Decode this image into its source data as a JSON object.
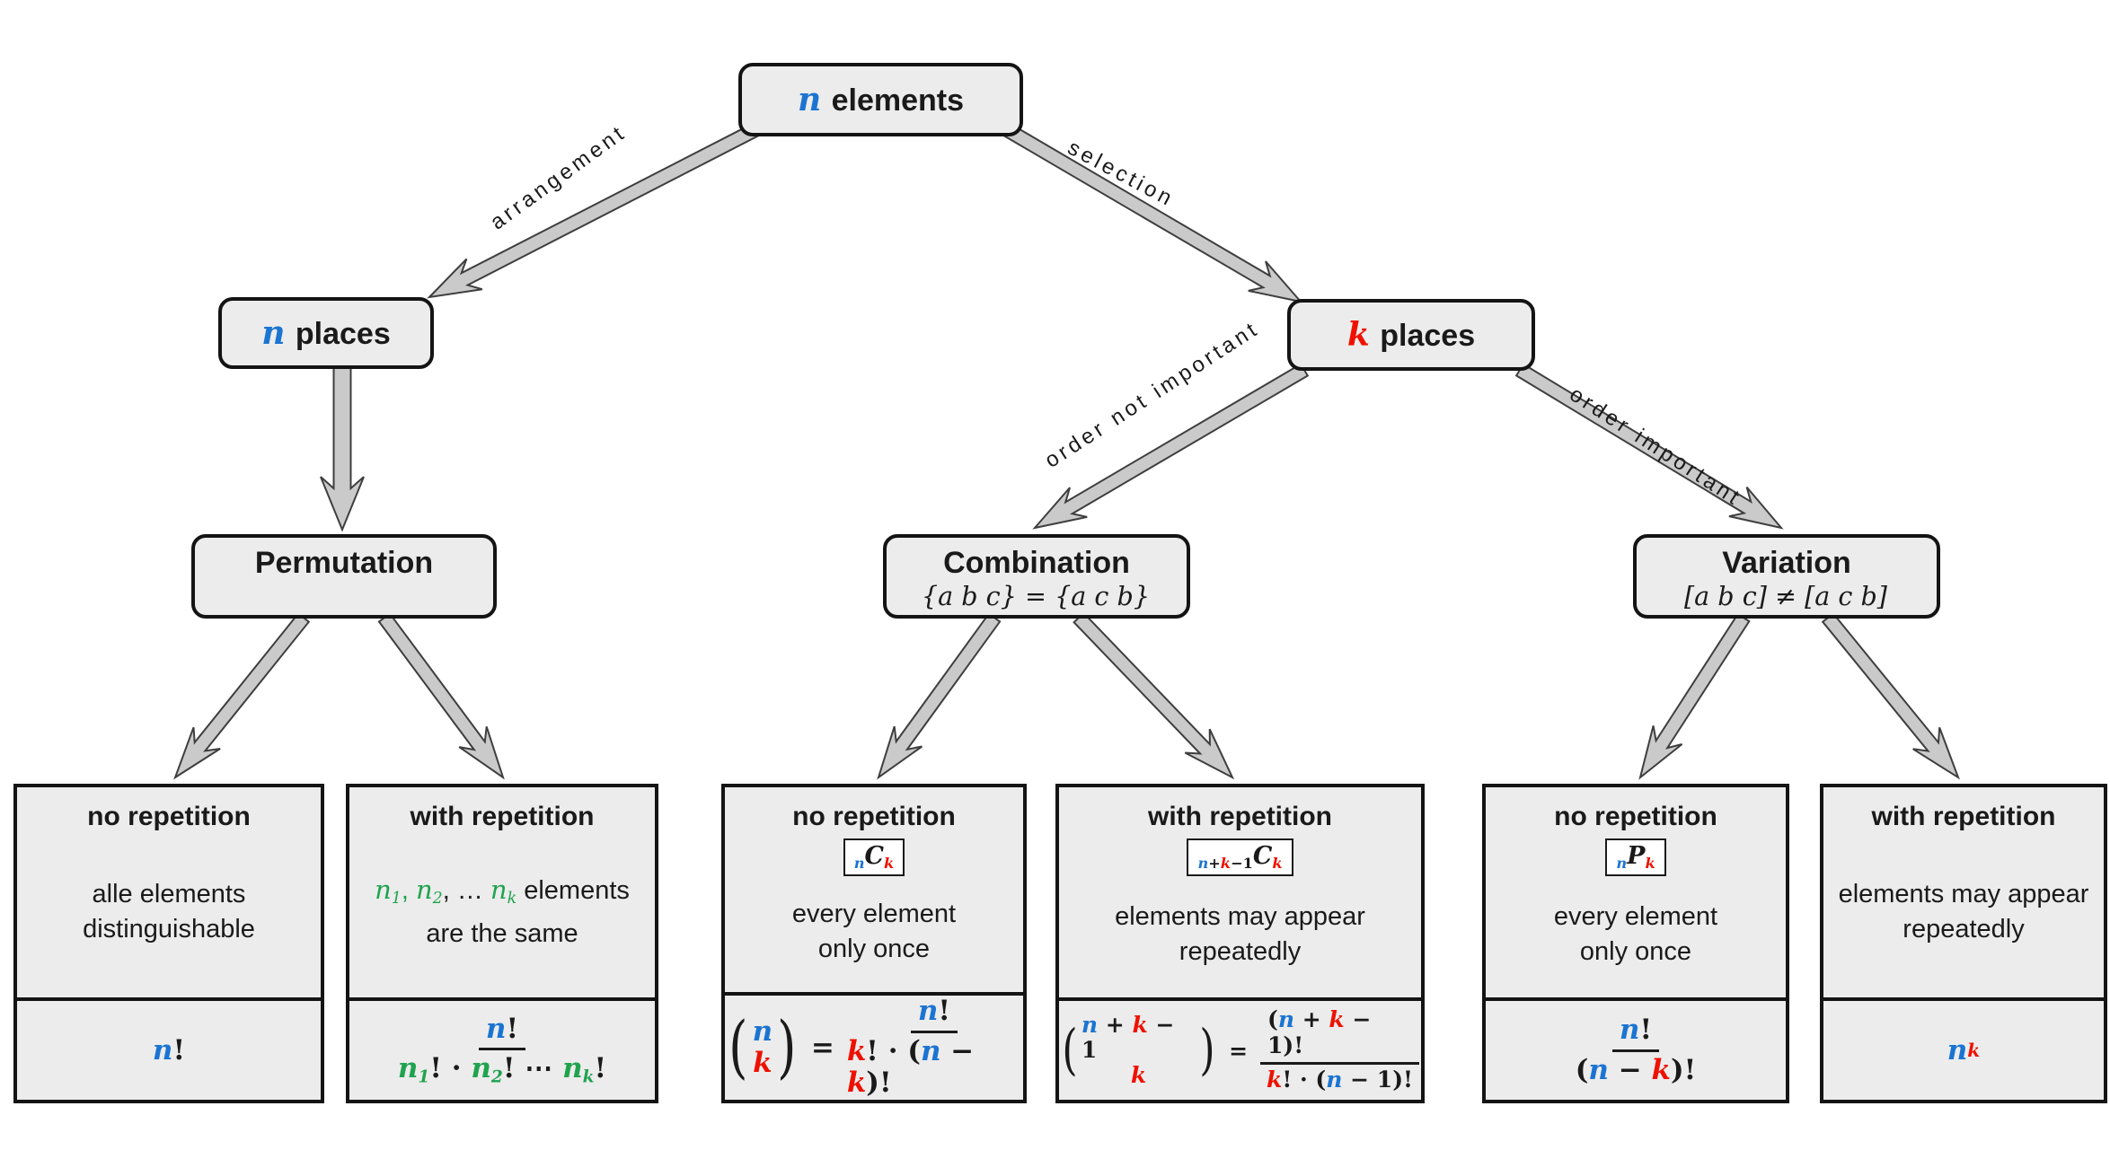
{
  "colors": {
    "bl": "#1B74D1",
    "rd": "#EE1100",
    "gr": "#1FA34E",
    "bk": "#1a1a1a"
  },
  "root": {
    "title": [
      [
        "n",
        "bl",
        null,
        1
      ],
      [
        " elements",
        "bk"
      ]
    ]
  },
  "level2": {
    "n_places": {
      "title": [
        [
          "n",
          "bl",
          null,
          1
        ],
        [
          " places",
          "bk"
        ]
      ]
    },
    "k_places": {
      "title": [
        [
          "k",
          "rd",
          null,
          1
        ],
        [
          " places",
          "bk"
        ]
      ]
    }
  },
  "level3": {
    "permutation": {
      "title": "Permutation",
      "subtitle": []
    },
    "combination": {
      "title": "Combination",
      "subtitle": [
        [
          "{a b c} = {a c b}",
          "bk",
          null,
          1
        ]
      ]
    },
    "variation": {
      "title": "Variation",
      "subtitle": [
        [
          "[a b c] ≠ [a c b]",
          "bk",
          null,
          1
        ]
      ]
    }
  },
  "edges": {
    "arrangement": "arrangement",
    "selection": "selection",
    "order_not_important": "order not important",
    "order_important": "order important"
  },
  "leaves": [
    {
      "header": "no repetition",
      "desc": [
        [
          [
            "alle elements",
            "bk"
          ]
        ],
        [
          [
            "distinguishable",
            "bk"
          ]
        ]
      ],
      "formula": {
        "plain": [
          [
            "n",
            "bl",
            null,
            1
          ],
          [
            "!",
            "bk"
          ]
        ]
      }
    },
    {
      "header": "with repetition",
      "desc": [
        [
          [
            "n",
            "gr",
            null,
            1
          ],
          [
            "1",
            "gr",
            "sub",
            1
          ],
          [
            ", ",
            "gr"
          ],
          [
            "n",
            "gr",
            null,
            1
          ],
          [
            "2",
            "gr",
            "sub",
            1
          ],
          [
            ", … ",
            "bk"
          ],
          [
            "n",
            "gr",
            null,
            1
          ],
          [
            "k",
            "gr",
            "sub",
            1
          ],
          [
            " elements",
            "bk"
          ]
        ],
        [
          [
            "are the same",
            "bk"
          ]
        ]
      ],
      "formula": {
        "frac": {
          "num": [
            [
              "n",
              "bl",
              null,
              1
            ],
            [
              "!",
              "bk"
            ]
          ],
          "den": [
            [
              "n",
              "gr",
              null,
              1
            ],
            [
              "1",
              "gr",
              "sub",
              1
            ],
            [
              "! · ",
              "bk"
            ],
            [
              "n",
              "gr",
              null,
              1
            ],
            [
              "2",
              "gr",
              "sub",
              1
            ],
            [
              "! ⋯ ",
              "bk"
            ],
            [
              "n",
              "gr",
              null,
              1
            ],
            [
              "k",
              "gr",
              "sub",
              1
            ],
            [
              "!",
              "bk"
            ]
          ]
        }
      }
    },
    {
      "header": "no repetition",
      "badge": [
        [
          "n",
          "bl",
          "sub",
          1
        ],
        [
          "C",
          "bk",
          null,
          1
        ],
        [
          "k",
          "rd",
          "sub",
          1
        ]
      ],
      "desc": [
        [
          [
            "every element",
            "bk"
          ]
        ],
        [
          [
            "only once",
            "bk"
          ]
        ]
      ],
      "formula": {
        "binom": {
          "top": [
            [
              "n",
              "bl",
              null,
              1
            ]
          ],
          "bot": [
            [
              "k",
              "rd",
              null,
              1
            ]
          ]
        },
        "frac": {
          "num": [
            [
              "n",
              "bl",
              null,
              1
            ],
            [
              "!",
              "bk"
            ]
          ],
          "den": [
            [
              "k",
              "rd",
              null,
              1
            ],
            [
              "! · (",
              "bk"
            ],
            [
              "n",
              "bl",
              null,
              1
            ],
            [
              " − ",
              "bk"
            ],
            [
              "k",
              "rd",
              null,
              1
            ],
            [
              ")!",
              "bk"
            ]
          ]
        }
      }
    },
    {
      "header": "with repetition",
      "badge": [
        [
          "n",
          "bl",
          "sub",
          1
        ],
        [
          "+",
          "bk",
          "sub"
        ],
        [
          "k",
          "rd",
          "sub",
          1
        ],
        [
          "−1",
          "bk",
          "sub"
        ],
        [
          "C",
          "bk",
          null,
          1
        ],
        [
          "k",
          "rd",
          "sub",
          1
        ]
      ],
      "desc": [
        [
          [
            "elements may appear",
            "bk"
          ]
        ],
        [
          [
            "repeatedly",
            "bk"
          ]
        ]
      ],
      "formula": {
        "binom": {
          "top": [
            [
              "n",
              "bl",
              null,
              1
            ],
            [
              " + ",
              "bk"
            ],
            [
              "k",
              "rd",
              null,
              1
            ],
            [
              " − 1",
              "bk"
            ]
          ],
          "bot": [
            [
              "k",
              "rd",
              null,
              1
            ]
          ]
        },
        "frac": {
          "num": [
            [
              "(",
              "bk"
            ],
            [
              "n",
              "bl",
              null,
              1
            ],
            [
              " + ",
              "bk"
            ],
            [
              "k",
              "rd",
              null,
              1
            ],
            [
              " − 1",
              "bk"
            ],
            [
              ")!",
              "bk"
            ]
          ],
          "den": [
            [
              "k",
              "rd",
              null,
              1
            ],
            [
              "! · (",
              "bk"
            ],
            [
              "n",
              "bl",
              null,
              1
            ],
            [
              " − 1",
              "bk"
            ],
            [
              ")!",
              "bk"
            ]
          ]
        }
      }
    },
    {
      "header": "no repetition",
      "badge": [
        [
          "n",
          "bl",
          "sub",
          1
        ],
        [
          "P",
          "bk",
          null,
          1
        ],
        [
          "k",
          "rd",
          "sub",
          1
        ]
      ],
      "desc": [
        [
          [
            "every element",
            "bk"
          ]
        ],
        [
          [
            "only once",
            "bk"
          ]
        ]
      ],
      "formula": {
        "frac": {
          "num": [
            [
              "n",
              "bl",
              null,
              1
            ],
            [
              "!",
              "bk"
            ]
          ],
          "den": [
            [
              "(",
              "bk"
            ],
            [
              "n",
              "bl",
              null,
              1
            ],
            [
              " − ",
              "bk"
            ],
            [
              "k",
              "rd",
              null,
              1
            ],
            [
              ")!",
              "bk"
            ]
          ]
        }
      }
    },
    {
      "header": "with repetition",
      "desc": [
        [
          [
            "elements may appear",
            "bk"
          ]
        ],
        [
          [
            "repeatedly",
            "bk"
          ]
        ]
      ],
      "formula": {
        "plain": [
          [
            "n",
            "bl",
            null,
            1
          ],
          [
            "k",
            "rd",
            "sup",
            1
          ]
        ]
      }
    }
  ]
}
